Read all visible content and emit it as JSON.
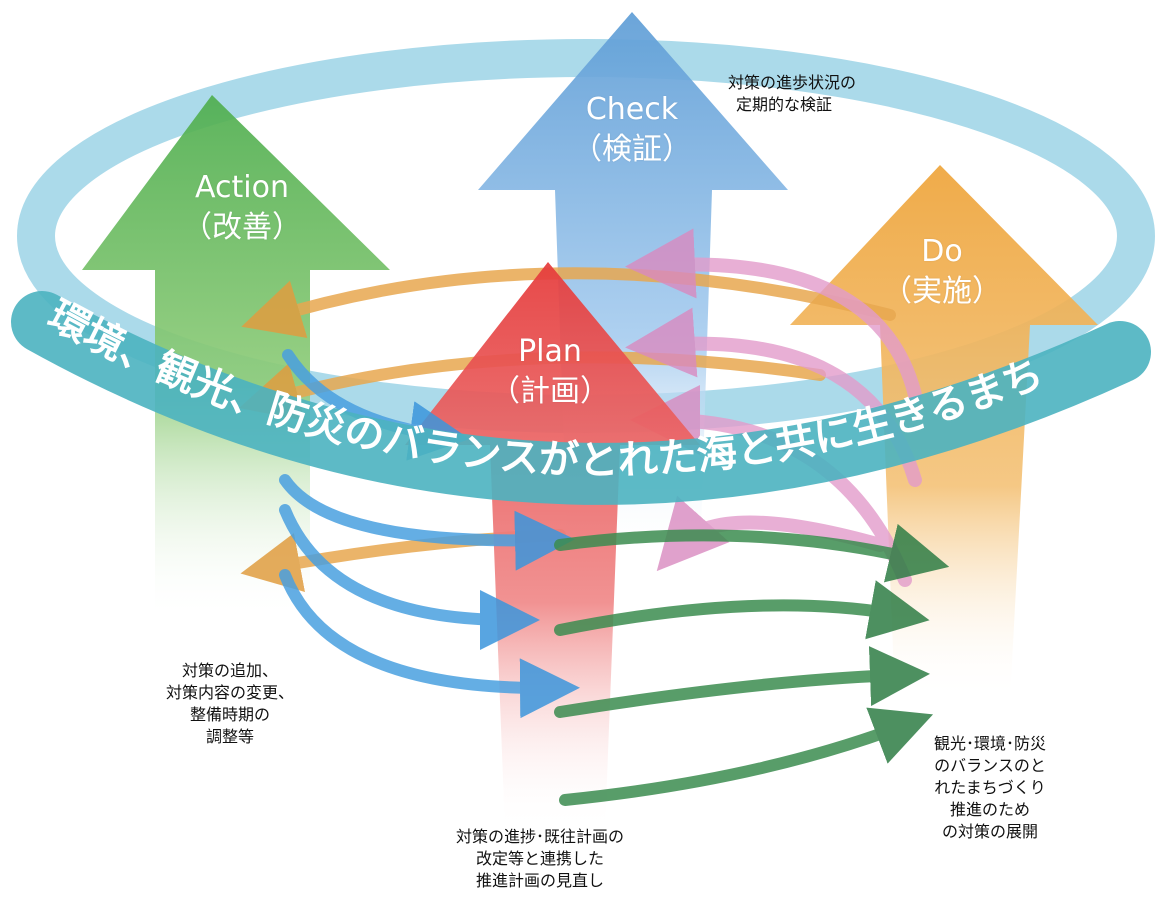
{
  "ring_text": "環境、観光、防災のバランスがとれた海と共に生きるまち",
  "pillars": {
    "check": {
      "title": "Check",
      "sub": "（検証）"
    },
    "action": {
      "title": "Action",
      "sub": "（改善）"
    },
    "do": {
      "title": "Do",
      "sub": "（実施）"
    },
    "plan": {
      "title": "Plan",
      "sub": "（計画）"
    }
  },
  "notes": {
    "check": [
      "対策の進歩状況の",
      "定期的な検証"
    ],
    "action": [
      "対策の追加、",
      "対策内容の変更、",
      "整備時期の",
      "調整等"
    ],
    "plan": [
      "対策の進捗･既往計画の",
      "改定等と連携した",
      "推進計画の見直し"
    ],
    "do": [
      "観光･環境･防災",
      "のバランスのと",
      "れたまちづくり",
      "推進のため",
      "の対策の展開"
    ]
  },
  "colors": {
    "ring": "#8ccfe0",
    "ring_text_band": "#4bb3c0",
    "check": "#6aa5d9",
    "action": "#5cb85c",
    "do": "#f0a840",
    "plan": "#e84545",
    "arrow_orange": "#e8a850",
    "arrow_pink": "#e28fc0",
    "arrow_blue": "#4aa0e0",
    "arrow_green": "#3c8c50"
  }
}
